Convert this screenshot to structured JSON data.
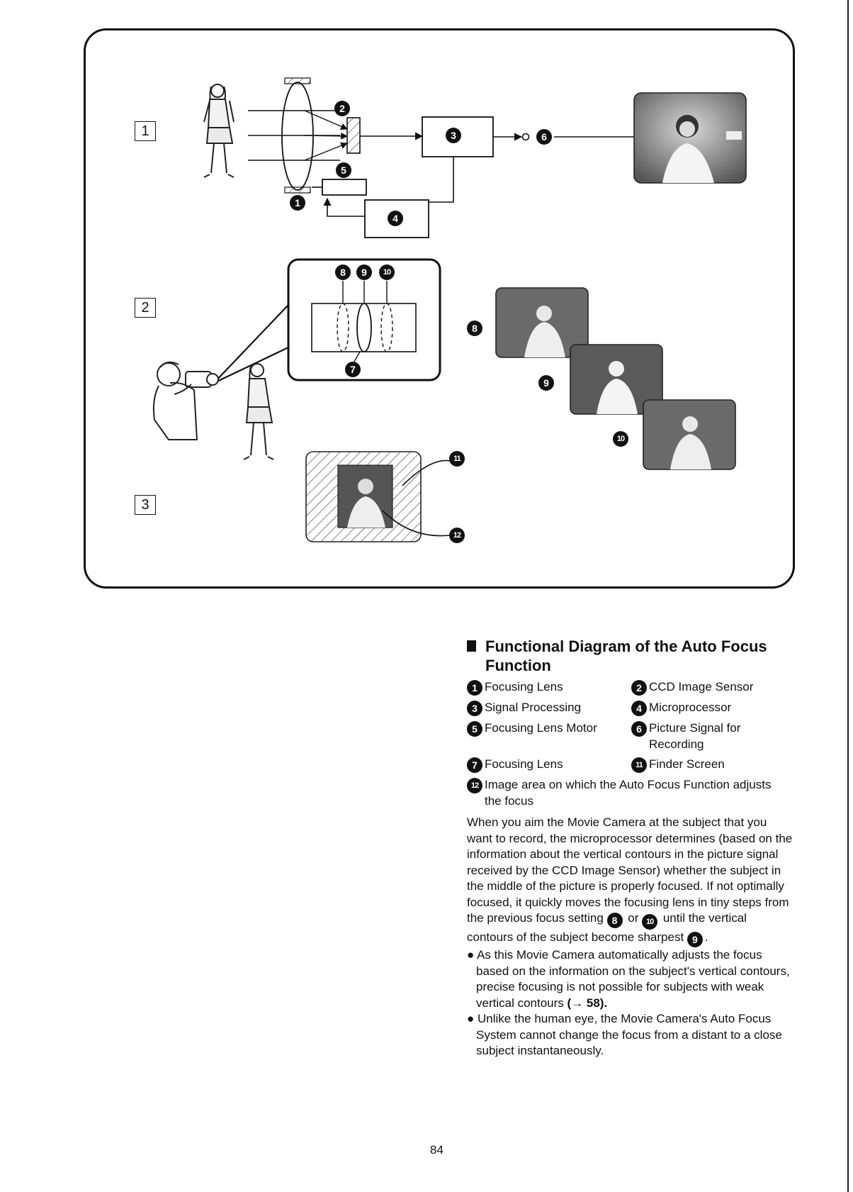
{
  "section_numbers": [
    "1",
    "2",
    "3"
  ],
  "callouts": {
    "c1": "1",
    "c2": "2",
    "c3": "3",
    "c4": "4",
    "c5": "5",
    "c6": "6",
    "c7": "7",
    "c8": "8",
    "c9": "9",
    "c10": "10",
    "c11": "11",
    "c12": "12"
  },
  "heading": "Functional Diagram of the Auto Focus Function",
  "legend": [
    {
      "num": "1",
      "label": "Focusing Lens"
    },
    {
      "num": "2",
      "label": "CCD Image Sensor"
    },
    {
      "num": "3",
      "label": "Signal Processing"
    },
    {
      "num": "4",
      "label": "Microprocessor"
    },
    {
      "num": "5",
      "label": "Focusing Lens Motor"
    },
    {
      "num": "6",
      "label": "Picture Signal for Recording"
    },
    {
      "num": "7",
      "label": "Focusing Lens"
    },
    {
      "num": "11",
      "label": "Finder Screen"
    },
    {
      "num": "12",
      "label": "Image area on which the Auto Focus Function adjusts the focus"
    }
  ],
  "body": {
    "p1_a": "When you aim the Movie Camera at the subject that you want to record, the microprocessor determines (based on the information about the vertical contours in the picture signal received by the CCD Image Sensor) whether the subject in the middle of the picture is properly focused. If not optimally focused, it quickly moves the focusing lens in tiny steps from the previous focus setting",
    "p1_n1": "8",
    "p1_or": "or",
    "p1_n2": "10",
    "p1_b": "until the vertical contours of the subject become sharpest",
    "p1_n3": "9",
    "p1_end": ".",
    "bullet1_a": "As this Movie Camera automatically adjusts the focus based on the information on the subject's vertical contours, precise focusing is not possible for subjects with weak vertical contours",
    "bullet1_ref": "(→ 58).",
    "bullet2": "Unlike the human eye, the Movie Camera's Auto Focus System cannot change the focus from a distant to a close subject instantaneously."
  },
  "bullet_char": "●",
  "page_number": "84"
}
